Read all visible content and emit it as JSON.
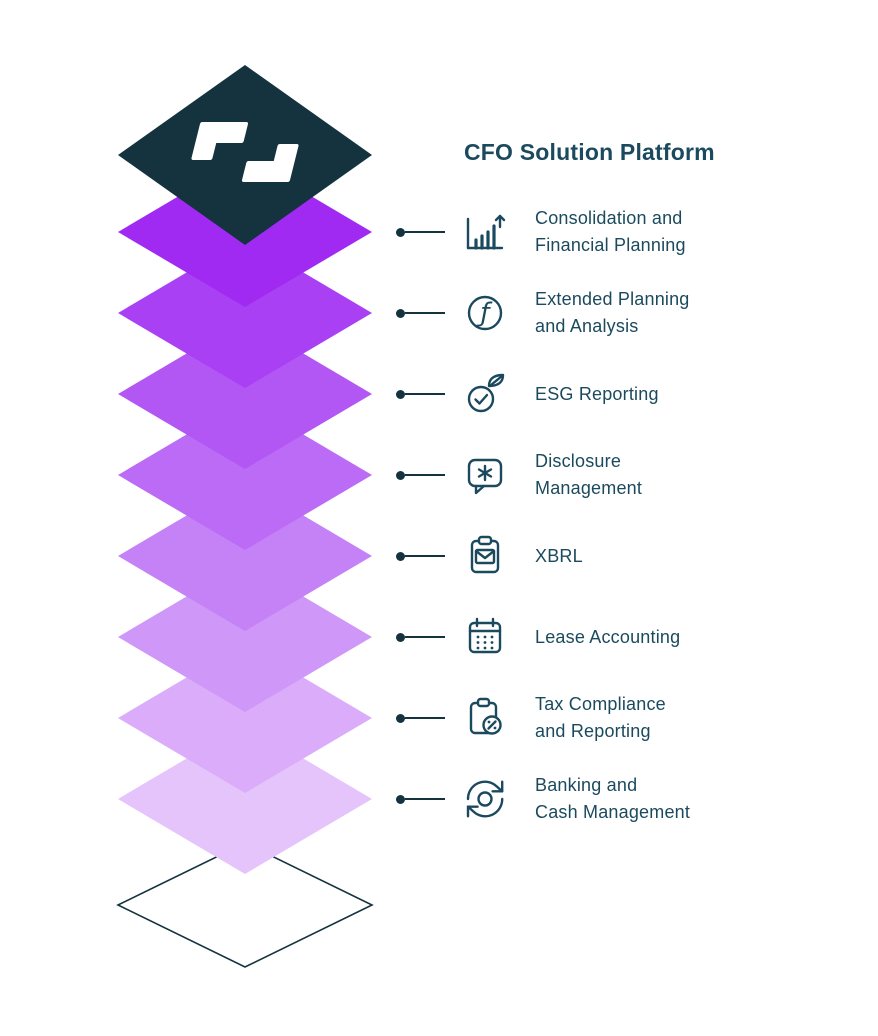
{
  "title": "CFO Solution Platform",
  "colors": {
    "tile": "#14333F",
    "outline": "#14333F",
    "text": "#1B4A5E",
    "connector": "#14333F",
    "logo": "#FFFFFF"
  },
  "layers": [
    {
      "icon": "bar-chart-icon",
      "line1": "Consolidation and",
      "line2": "Financial Planning",
      "color": "#A02AF2"
    },
    {
      "icon": "function-icon",
      "line1": "Extended Planning",
      "line2": "and Analysis",
      "color": "#A940F3"
    },
    {
      "icon": "esg-leaf-check-icon",
      "line1": "ESG Reporting",
      "line2": "",
      "color": "#B256F4"
    },
    {
      "icon": "disclosure-bubble-icon",
      "line1": "Disclosure",
      "line2": "Management",
      "color": "#BB6BF5"
    },
    {
      "icon": "xbrl-clipboard-icon",
      "line1": "XBRL",
      "line2": "",
      "color": "#C581F6"
    },
    {
      "icon": "calendar-icon",
      "line1": "Lease Accounting",
      "line2": "",
      "color": "#CF97F7"
    },
    {
      "icon": "tax-clipboard-icon",
      "line1": "Tax Compliance",
      "line2": "and Reporting",
      "color": "#DAACF9"
    },
    {
      "icon": "cycle-icon",
      "line1": "Banking and",
      "line2": "Cash Management",
      "color": "#E5C4FB"
    }
  ]
}
